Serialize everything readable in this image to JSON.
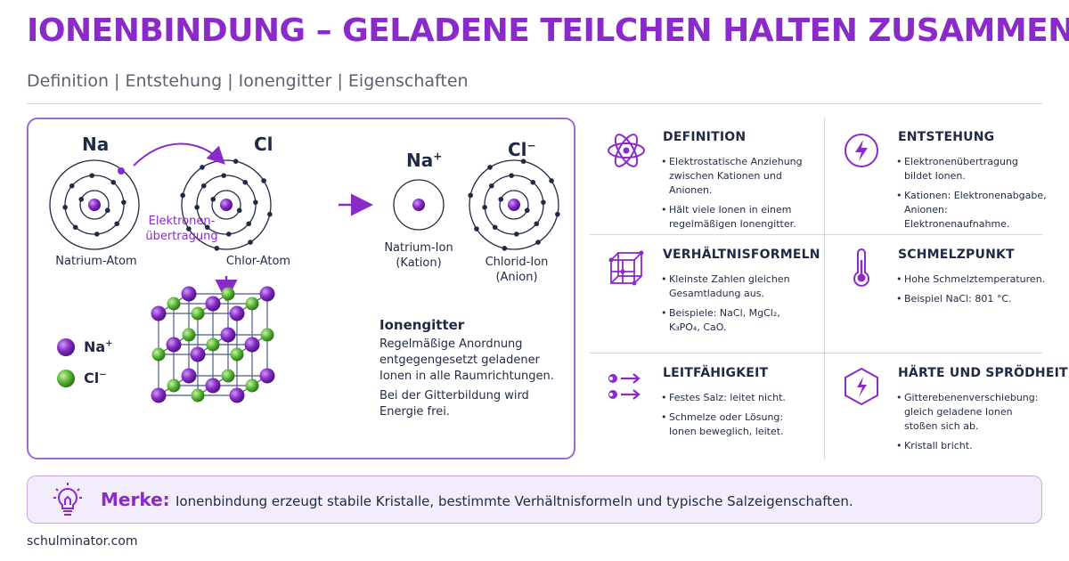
{
  "header": {
    "title": "IONENBINDUNG – GELADENE TEILCHEN HALTEN ZUSAMMEN",
    "subtitle": "Definition | Entstehung | Ionengitter | Eigenschaften"
  },
  "diagram": {
    "na_symbol": "Na",
    "cl_symbol": "Cl",
    "na_ion_symbol": "Na",
    "cl_ion_symbol": "Cl",
    "plus": "+",
    "minus": "−",
    "transfer_label": "Elektronen-\nübertragung",
    "natrium_atom": "Natrium-Atom",
    "chlor_atom": "Chlor-Atom",
    "natrium_ion": "Natrium-Ion\n(Kation)",
    "chlorid_ion": "Chlorid-Ion\n(Anion)",
    "legend_na": "Na",
    "legend_cl": "Cl",
    "lattice_title": "Ionengitter",
    "lattice_text1": "Regelmäßige Anordnung entgegengesetzt geladener Ionen in alle Raumrichtungen.",
    "lattice_text2": "Bei der Gitterbildung wird Energie frei.",
    "colors": {
      "accent": "#8a2bc9",
      "nucleus": "#8a2bc9",
      "na_ion": "#7b2fbe",
      "cl_ion": "#5cb83a",
      "electron": "#1f2a44"
    }
  },
  "cards": [
    {
      "title": "DEFINITION",
      "icon": "atom-icon",
      "items": [
        "Elektrostatische Anziehung zwischen Kationen und Anionen.",
        "Hält viele Ionen in einem regelmäßigen Ionengitter."
      ]
    },
    {
      "title": "ENTSTEHUNG",
      "icon": "lightning-icon",
      "items": [
        "Elektronenübertragung bildet Ionen.",
        "Kationen: Elektronenabgabe, Anionen: Elektronenaufnahme."
      ]
    },
    {
      "title": "VERHÄLTNISFORMELN",
      "icon": "cube-lattice-icon",
      "items": [
        "Kleinste Zahlen gleichen Gesamtladung aus.",
        "Beispiele: NaCl, MgCl₂, K₃PO₄, CaO."
      ]
    },
    {
      "title": "SCHMELZPUNKT",
      "icon": "thermometer-icon",
      "items": [
        "Hohe Schmelztemperaturen.",
        "Beispiel NaCl: 801 °C."
      ]
    },
    {
      "title": "LEITFÄHIGKEIT",
      "icon": "ion-arrows-icon",
      "items": [
        "Festes Salz: leitet nicht.",
        "Schmelze oder Lösung: Ionen beweglich, leitet."
      ]
    },
    {
      "title": "HÄRTE UND SPRÖDHEIT",
      "icon": "broken-crystal-icon",
      "items": [
        "Gitterebenenverschiebung: gleich geladene Ionen stoßen sich ab.",
        "Kristall bricht."
      ]
    }
  ],
  "merke": {
    "label": "Merke:",
    "text": "Ionenbindung erzeugt stabile Kristalle, bestimmte Verhältnisformeln und typische Salzeigenschaften.",
    "icon": "lightbulb-icon"
  },
  "footer": {
    "site": "schulminator.com"
  }
}
